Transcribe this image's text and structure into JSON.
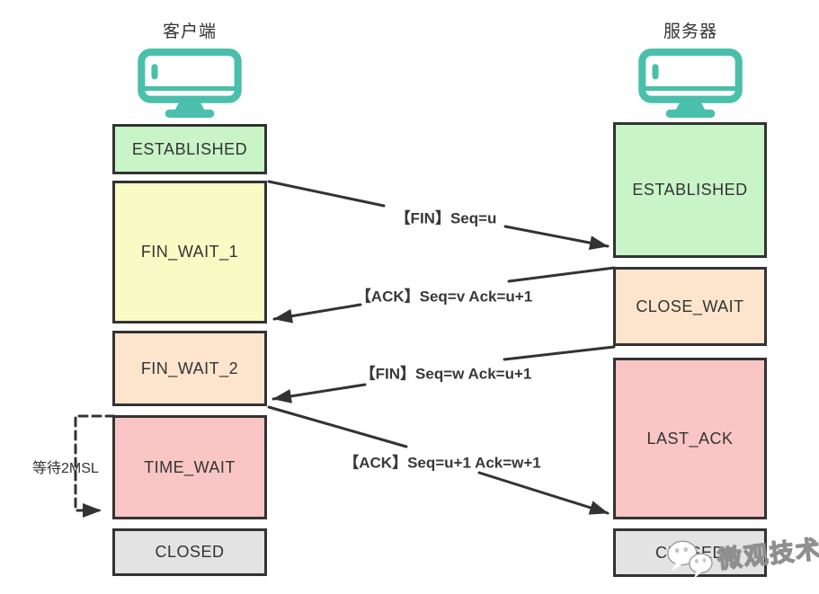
{
  "client": {
    "title": "客户端",
    "states": [
      {
        "label": "ESTABLISHED",
        "color": "#c8f4c8"
      },
      {
        "label": "FIN_WAIT_1",
        "color": "#fafac5"
      },
      {
        "label": "FIN_WAIT_2",
        "color": "#fce5cc"
      },
      {
        "label": "TIME_WAIT",
        "color": "#f9c6c5"
      },
      {
        "label": "CLOSED",
        "color": "#e3e3e3"
      }
    ],
    "wait_note": "等待2MSL"
  },
  "server": {
    "title": "服务器",
    "states": [
      {
        "label": "ESTABLISHED",
        "color": "#c8f4c8"
      },
      {
        "label": "CLOSE_WAIT",
        "color": "#fce5cc"
      },
      {
        "label": "LAST_ACK",
        "color": "#f9c6c5"
      },
      {
        "label": "CLOSED",
        "color": "#e3e3e3"
      }
    ]
  },
  "messages": [
    {
      "label": "【FIN】Seq=u",
      "from": "client",
      "to": "server"
    },
    {
      "label": "【ACK】Seq=v Ack=u+1",
      "from": "server",
      "to": "client"
    },
    {
      "label": "【FIN】Seq=w Ack=u+1",
      "from": "server",
      "to": "client"
    },
    {
      "label": "【ACK】Seq=u+1 Ack=w+1",
      "from": "client",
      "to": "server"
    }
  ],
  "watermark": {
    "text": "微观技术"
  },
  "colors": {
    "accent_teal": "#4abfab",
    "border": "#333333",
    "arrow": "#333333",
    "state_green": "#c8f4c8",
    "state_yellow": "#fafac5",
    "state_peach": "#fce5cc",
    "state_pink": "#f9c6c5",
    "state_gray": "#e3e3e3"
  }
}
